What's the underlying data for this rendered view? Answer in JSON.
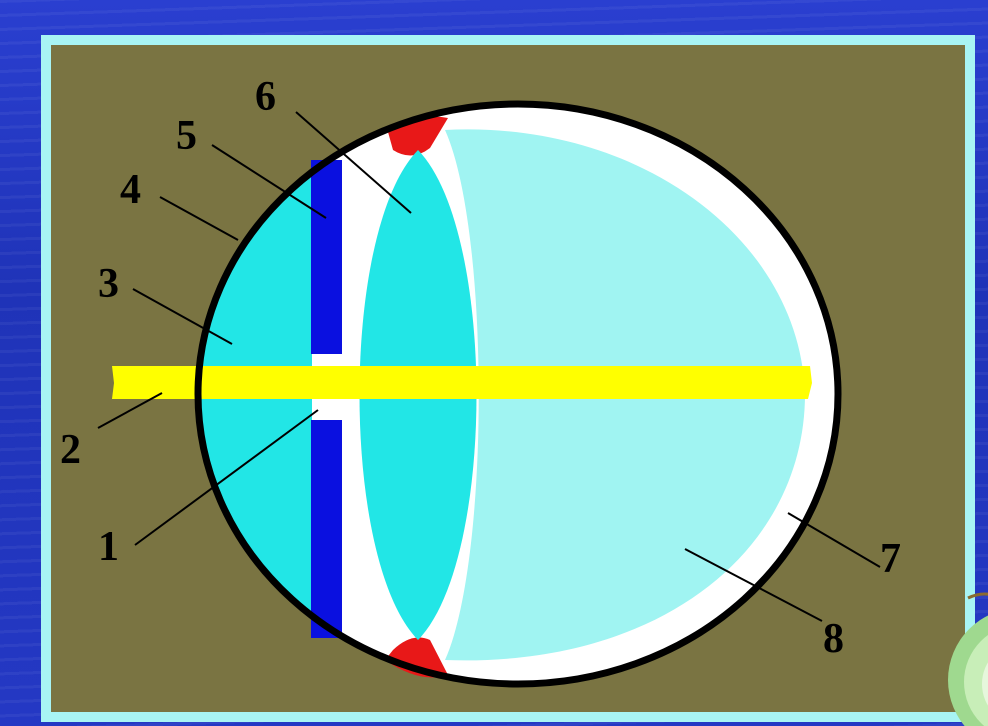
{
  "diagram": {
    "labels": [
      "1",
      "2",
      "3",
      "4",
      "5",
      "6",
      "7",
      "8"
    ]
  },
  "colors": {
    "slide_background": "#2438c4",
    "frame_border": "#a8f4f4",
    "frame_fill": "#7a7442",
    "eyeball_outline": "#000000",
    "white_sclera": "#ffffff",
    "anterior_chamber": "#22e6e6",
    "iris": "#0a10e0",
    "lens": "#22e6e6",
    "ciliary_body": "#e81818",
    "vitreous_body": "#a0f4f2",
    "retina": "#f59a5f",
    "light_ray": "#ffff00"
  }
}
